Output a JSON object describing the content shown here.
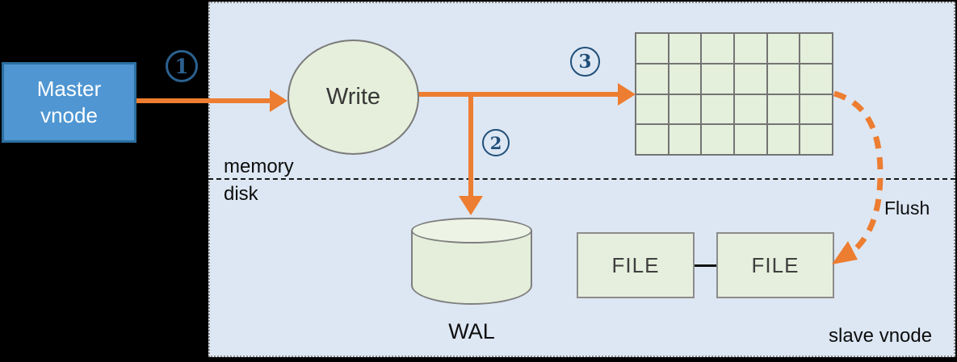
{
  "diagram": {
    "name": "write-flow-diagram",
    "nodes": {
      "master_vnode": {
        "line1": "Master",
        "line2": "vnode"
      },
      "write": {
        "label": "Write"
      },
      "wal": {
        "label": "WAL"
      },
      "file_left": {
        "label": "FILE"
      },
      "file_right": {
        "label": "FILE"
      }
    },
    "regions": {
      "memory": "memory",
      "disk": "disk",
      "slave_vnode": "slave vnode"
    },
    "arrows": {
      "flush": "Flush"
    },
    "steps": [
      {
        "number": "1"
      },
      {
        "number": "2"
      },
      {
        "number": "3"
      }
    ],
    "memtable_grid": {
      "rows": 4,
      "cols": 6
    },
    "colors": {
      "background": "#000000",
      "container_fill": "#DDE7F3",
      "arrow_orange": "#ED7D31",
      "node_fill_green": "#E5EFDC",
      "node_border_gray": "#7F7F7F",
      "master_fill_blue": "#4F96D2",
      "master_border_blue": "#2C6FA0",
      "step_badge_navy": "#1F4E79"
    }
  }
}
